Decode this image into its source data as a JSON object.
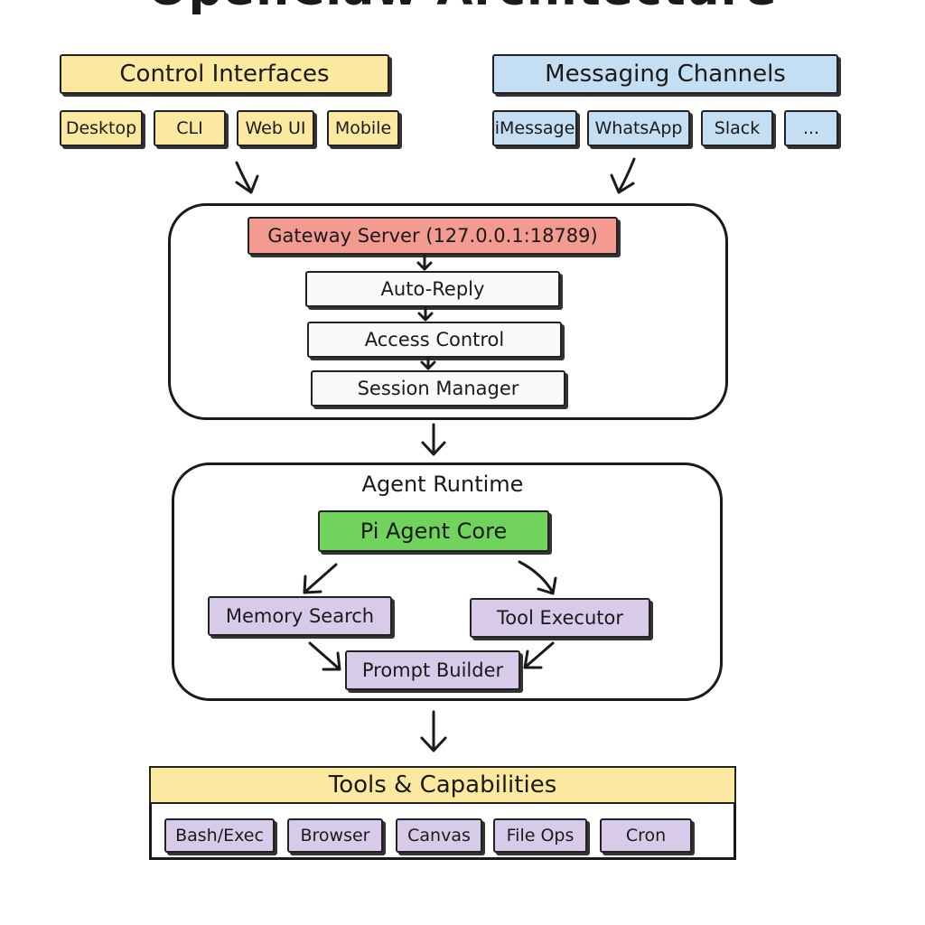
{
  "title": "OpenClaw Architecture",
  "control_interfaces": {
    "header": "Control Interfaces",
    "items": [
      "Desktop",
      "CLI",
      "Web UI",
      "Mobile"
    ]
  },
  "messaging_channels": {
    "header": "Messaging Channels",
    "items": [
      "iMessage",
      "WhatsApp",
      "Slack",
      "..."
    ]
  },
  "gateway": {
    "server": "Gateway Server (127.0.0.1:18789)",
    "steps": [
      "Auto-Reply",
      "Access Control",
      "Session Manager"
    ]
  },
  "agent_runtime": {
    "label": "Agent Runtime",
    "core": "Pi Agent Core",
    "memory": "Memory Search",
    "tool_executor": "Tool Executor",
    "prompt_builder": "Prompt Builder"
  },
  "tools": {
    "header": "Tools & Capabilities",
    "items": [
      "Bash/Exec",
      "Browser",
      "Canvas",
      "File Ops",
      "Cron"
    ]
  },
  "colors": {
    "yellow": "#fbe9a0",
    "blue": "#c4def3",
    "red": "#f39a91",
    "green": "#6fd35c",
    "purple": "#d8cbea"
  }
}
